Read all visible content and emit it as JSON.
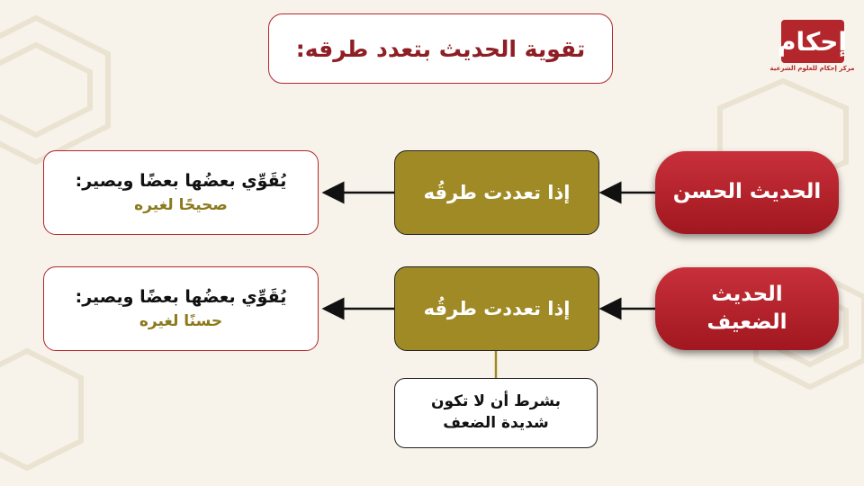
{
  "title": "تقوية الحديث بتعدد طرقه:",
  "logo": {
    "mark_text": "إحكام",
    "subtitle": "مركز إحكام للعلوم الشرعية"
  },
  "rows": [
    {
      "source": "الحديث الحسن",
      "condition": "إذا تعددت طرقُه",
      "result_main": "يُقَوِّي بعضُها بعضًا ويصير:",
      "result_sub": "صحيحًا لغيره"
    },
    {
      "source": "الحديث الضعيف",
      "condition": "إذا تعددت طرقُه",
      "result_main": "يُقَوِّي بعضُها بعضًا ويصير:",
      "result_sub": "حسنًا لغيره"
    }
  ],
  "note": "بشرط أن لا تكون شديدة الضعف",
  "colors": {
    "primary_red": "#b3262b",
    "gold": "#a08a26",
    "background": "#f7f3ea"
  }
}
